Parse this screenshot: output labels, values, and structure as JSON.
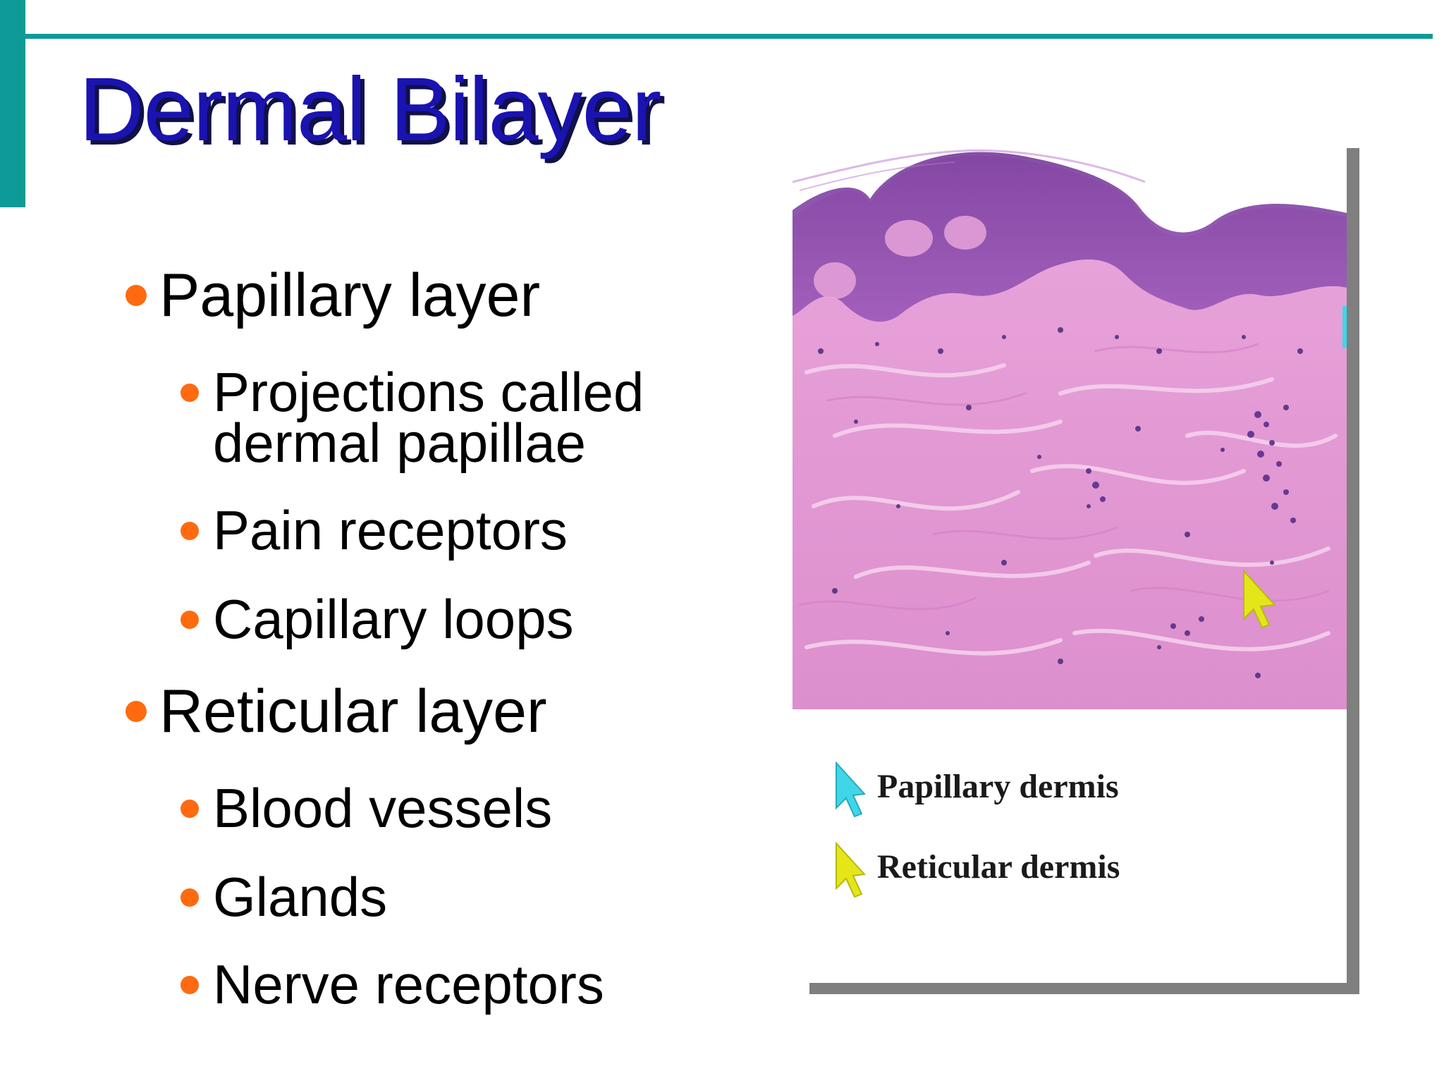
{
  "slide": {
    "title": "Dermal Bilayer",
    "accent_color": "#0e9a96",
    "title_color": "#1a13b0",
    "bullet_color": "#ff6a10"
  },
  "bullets": [
    {
      "level": 1,
      "text": "Papillary layer"
    },
    {
      "level": 2,
      "text": "Projections called dermal papillae"
    },
    {
      "level": 2,
      "text": "Pain receptors"
    },
    {
      "level": 2,
      "text": "Capillary loops"
    },
    {
      "level": 1,
      "text": "Reticular layer"
    },
    {
      "level": 2,
      "text": "Blood vessels"
    },
    {
      "level": 2,
      "text": "Glands"
    },
    {
      "level": 2,
      "text": "Nerve receptors"
    }
  ],
  "figure": {
    "image_description": "histology-skin-section",
    "legend": [
      {
        "label": "Papillary dermis",
        "arrow_color": "#3fd6e8",
        "icon": "cursor-arrow-icon"
      },
      {
        "label": "Reticular dermis",
        "arrow_color": "#e4e61a",
        "icon": "cursor-arrow-icon"
      }
    ]
  }
}
